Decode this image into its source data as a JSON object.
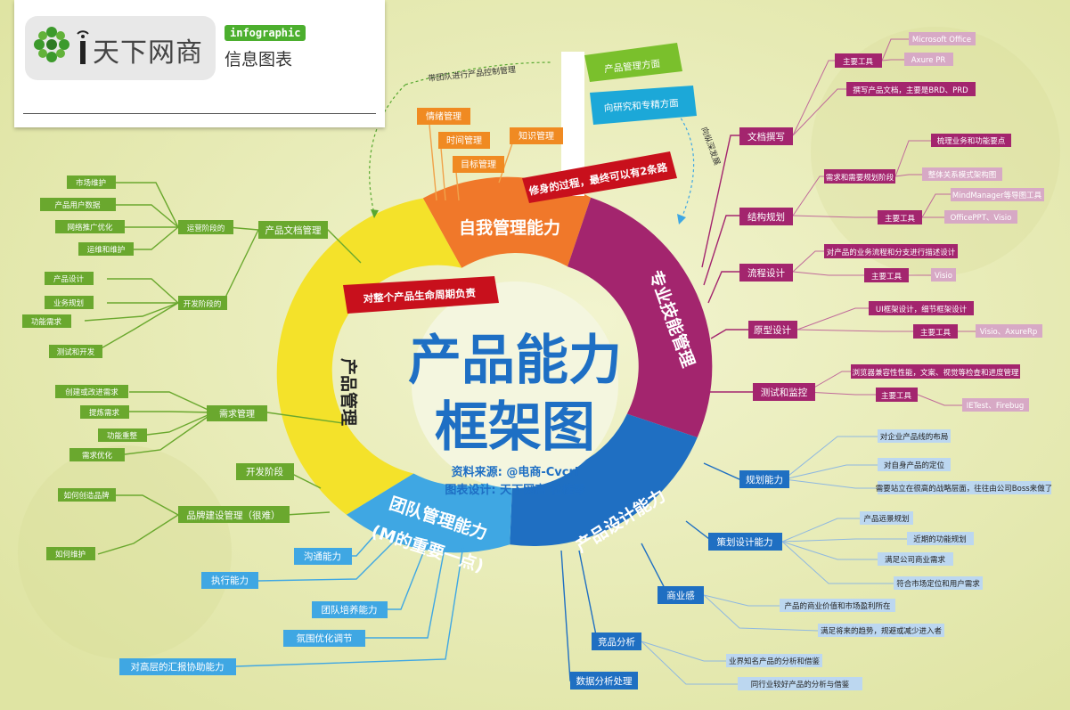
{
  "header": {
    "logo_name": "天下网商",
    "tag_en": "infographic",
    "tag_cn": "信息图表"
  },
  "center": {
    "title_line1": "产品能力",
    "title_line2": "框架图",
    "source": "资料来源:  @电商-Cvcri",
    "designer": "图表设计:  天下网商  杜桂琴"
  },
  "ring": {
    "top": "自我管理能力",
    "right": "专业技能管理",
    "bottom": "产品设计能力",
    "bottom_left": "团队管理能力",
    "bottom_left_sub": "(M的重要一点)",
    "left": "产品管理"
  },
  "ribbons": {
    "self_cultivation": "修身的过程，最终可以有2条路",
    "lifecycle": "对整个产品生命周期负责"
  },
  "paths": {
    "green": "产品管理方面",
    "cyan": "向研究和专精方面",
    "lead": "带团队进行产品控制管理",
    "deep": "向纵深发展"
  },
  "self_mgmt": {
    "items": [
      "情绪管理",
      "时间管理",
      "目标管理",
      "知识管理"
    ]
  },
  "skills": {
    "doc": {
      "label": "文档撰写",
      "tools_label": "主要工具",
      "tools": [
        "Microsoft Office",
        "Axure PR"
      ],
      "desc": "撰写产品文档，主要是BRD、PRD"
    },
    "structure": {
      "label": "结构规划",
      "sub": "需求和需要规划阶段",
      "sub_items": [
        "梳理业务和功能要点",
        "整体关系模式架构图"
      ],
      "tools_label": "主要工具",
      "tools": [
        "MindManager等导图工具",
        "OfficePPT、Visio"
      ]
    },
    "flow": {
      "label": "流程设计",
      "desc": "对产品的业务流程和分支进行描述设计",
      "tools_label": "主要工具",
      "tools": [
        "Visio"
      ]
    },
    "prototype": {
      "label": "原型设计",
      "desc": "UI框架设计，细节框架设计",
      "tools_label": "主要工具",
      "tools": [
        "Visio、AxureRp"
      ]
    },
    "test": {
      "label": "测试和监控",
      "desc": "浏览器兼容性性能，文案、视觉等检查和进度管理",
      "tools_label": "主要工具",
      "tools": [
        "IETest、Firebug"
      ]
    }
  },
  "design": {
    "planning": {
      "label": "规划能力",
      "items": [
        "对企业产品线的布局",
        "对自身产品的定位",
        "需要站立在很高的战略层面，往往由公司Boss来做了"
      ]
    },
    "strategy": {
      "label": "策划设计能力",
      "items": [
        "产品远景规划",
        "近期的功能规划",
        "满足公司商业需求",
        "符合市场定位和用户需求"
      ]
    },
    "business": {
      "label": "商业感",
      "items": [
        "产品的商业价值和市场盈利所在",
        "满足将来的趋势，规避或减少进入者"
      ]
    },
    "competitor": {
      "label": "竞品分析",
      "items": [
        "业界知名产品的分析和借鉴",
        "同行业较好产品的分析与借鉴"
      ]
    },
    "data": {
      "label": "数据分析处理"
    }
  },
  "team": {
    "items": [
      "沟通能力",
      "执行能力",
      "团队培养能力",
      "氛围优化调节",
      "对高层的汇报协助能力"
    ]
  },
  "pm": {
    "doc_mgmt": {
      "label": "产品文档管理"
    },
    "ops": {
      "label": "运营阶段的",
      "items": [
        "市场维护",
        "产品用户数据",
        "网络推广优化",
        "运维和维护"
      ]
    },
    "dev": {
      "label": "开发阶段的",
      "items": [
        "产品设计",
        "业务规划",
        "功能需求",
        "测试和开发"
      ]
    },
    "req": {
      "label": "需求管理",
      "items": [
        "创建或改进需求",
        "提炼需求",
        "功能重整",
        "需求优化"
      ]
    },
    "dev_stage": {
      "label": "开发阶段"
    },
    "brand": {
      "label": "品牌建设管理（很难）",
      "items": [
        "如何创造品牌",
        "如何维护"
      ]
    }
  },
  "colors": {
    "ring_top": "#f0782a",
    "ring_right": "#a3256e",
    "ring_bottom": "#1f6fc2",
    "ring_bottom_left": "#3fa7e3",
    "ring_left": "#f4e22a",
    "title_blue": "#1e6fc4",
    "bg": "#e6eab0"
  }
}
